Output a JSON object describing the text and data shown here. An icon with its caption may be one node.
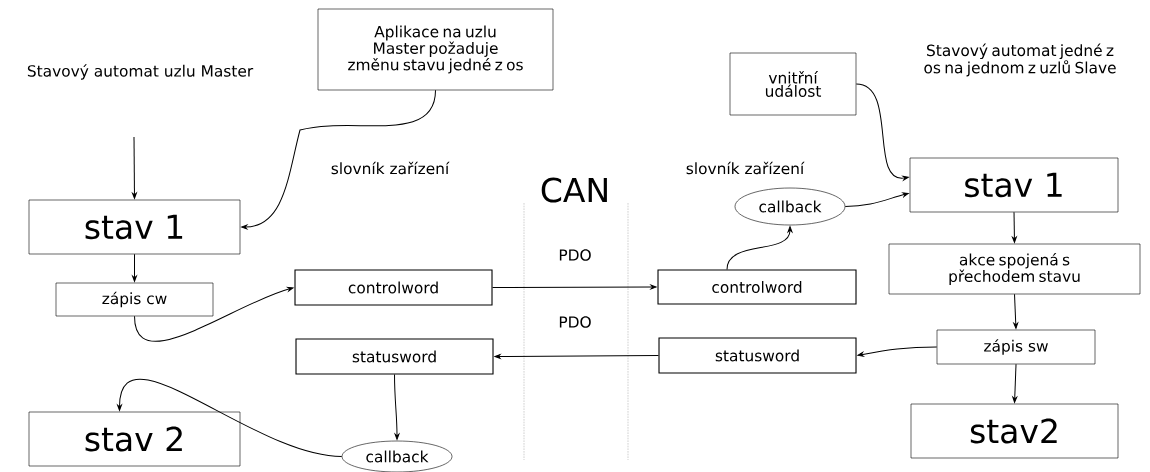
{
  "diagram": {
    "nodes": [
      {
        "text": [
          "Aplikace na uzlu Master požaduje změnu stavu jedné z os"
        ]
      },
      {
        "text": [
          "stav 1"
        ]
      },
      {
        "text": [
          "zápis cw"
        ]
      },
      {
        "text": [
          "controlword"
        ]
      },
      {
        "text": [
          "statusword"
        ]
      },
      {
        "text": [
          "stav 2"
        ]
      },
      {
        "text": [
          "callback"
        ]
      },
      {
        "text": [
          "vnitřní událost"
        ]
      },
      {
        "text": [
          "stav 1"
        ]
      },
      {
        "text": [
          "callback"
        ]
      },
      {
        "text": [
          "controlword"
        ]
      },
      {
        "text": [
          "akce spojená s přechodem stavu"
        ]
      },
      {
        "text": [
          "zápis sw"
        ]
      },
      {
        "text": [
          "statusword"
        ]
      },
      {
        "text": [
          "stav2"
        ]
      }
    ],
    "edges": [
      {
        "from": null,
        "to": 1,
        "arrow": "to"
      },
      {
        "from": 0,
        "to": 1,
        "arrow": "to"
      },
      {
        "from": 1,
        "to": 2,
        "arrow": "to"
      },
      {
        "from": 2,
        "to": 3,
        "arrow": "to"
      },
      {
        "from": 3,
        "to": 10,
        "arrow": "to",
        "label": "PDO"
      },
      {
        "from": 13,
        "to": 4,
        "arrow": "to",
        "label": "PDO"
      },
      {
        "from": 4,
        "to": 6,
        "arrow": "to"
      },
      {
        "from": 6,
        "to": 5,
        "arrow": "to"
      },
      {
        "from": 7,
        "to": 8,
        "arrow": "to"
      },
      {
        "from": 9,
        "to": 8,
        "arrow": "to"
      },
      {
        "from": 10,
        "to": 9,
        "arrow": "to"
      },
      {
        "from": 8,
        "to": 11,
        "arrow": "to"
      },
      {
        "from": 11,
        "to": 12,
        "arrow": "to"
      },
      {
        "from": 12,
        "to": 13,
        "arrow": "to"
      },
      {
        "from": 12,
        "to": 14,
        "arrow": "to"
      }
    ],
    "labels": [
      "Stavový automat uzlu Master",
      "slovník zařízení",
      "CAN",
      "slovník zařízení",
      "Stavový automat jedné z os na jednom z uzlů Slave"
    ]
  }
}
